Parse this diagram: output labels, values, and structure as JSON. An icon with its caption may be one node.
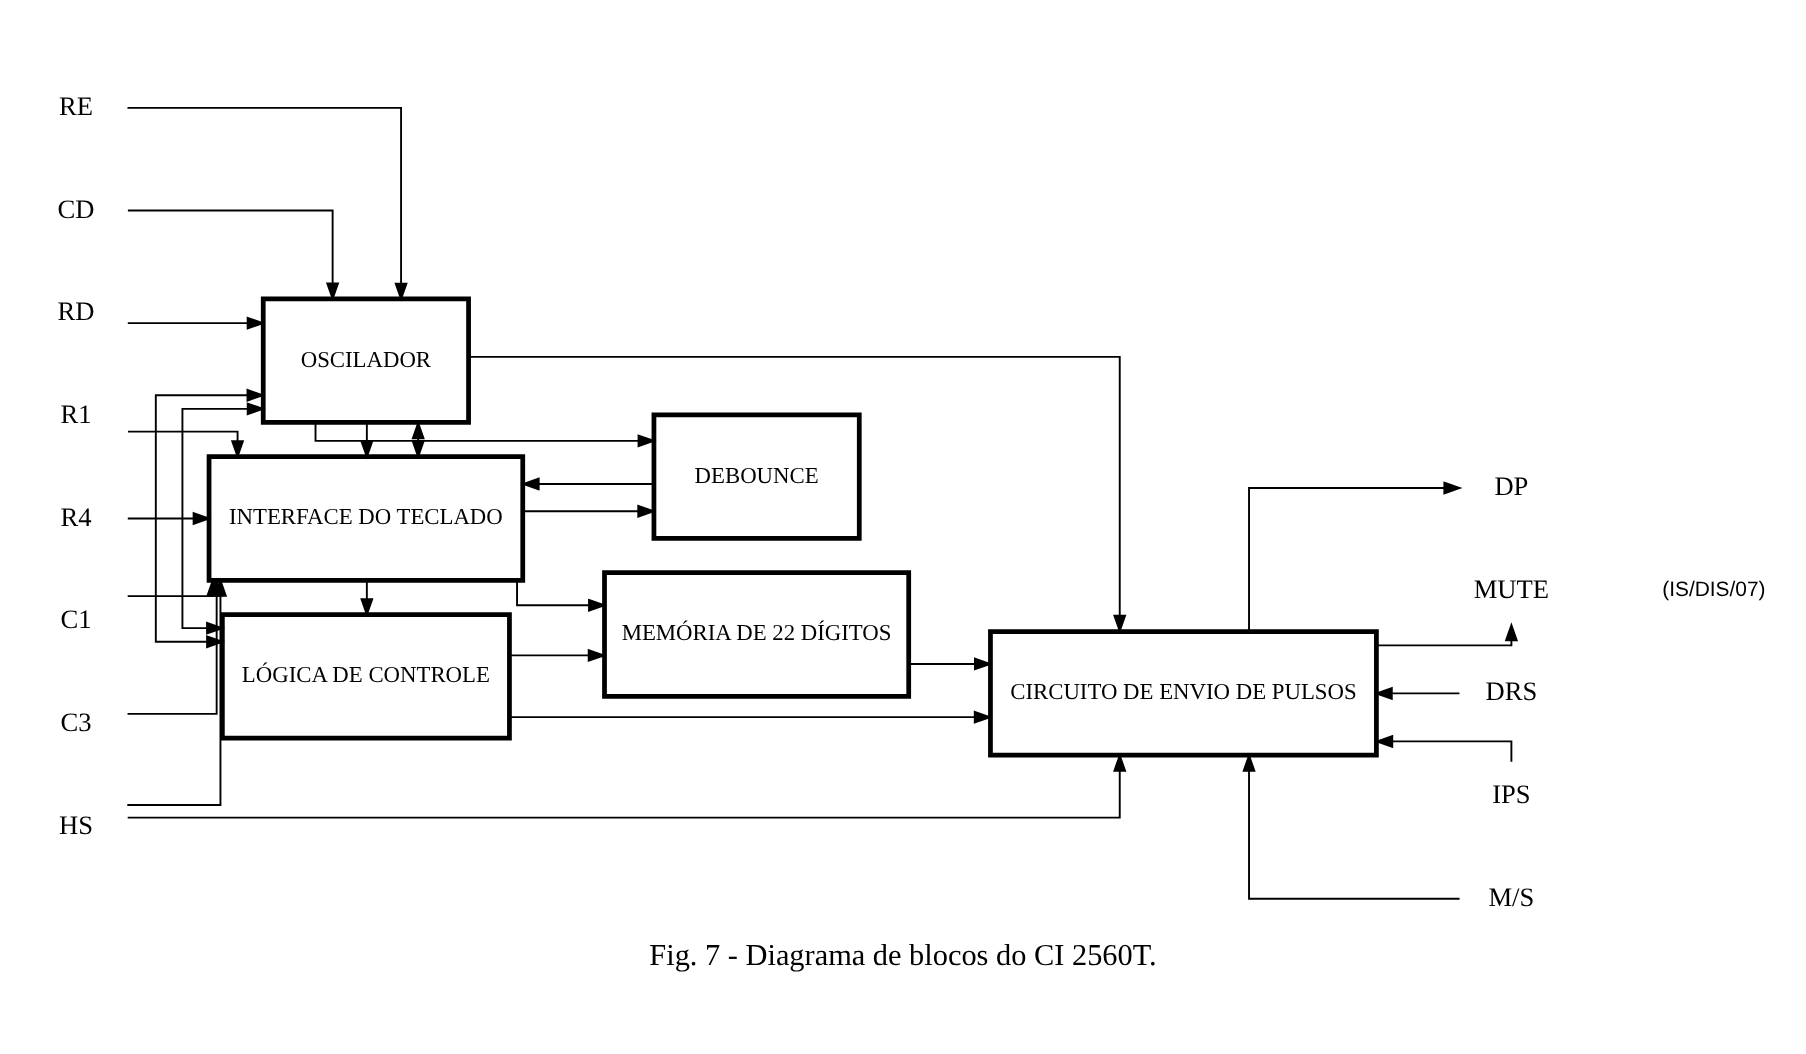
{
  "diagram": {
    "caption": "Fig. 7 - Diagrama de blocos do CI 2560T.",
    "nodes": [
      {
        "text": [
          "INTERFACE DO TECLADO"
        ]
      },
      {
        "text": [
          "MEMÓRIA DE 22 DÍGITOS"
        ]
      },
      {
        "text": [
          "DEBOUNCE"
        ]
      },
      {
        "text": [
          "OSCILADOR"
        ]
      },
      {
        "text": [
          "CIRCUITO DE ENVIO DE PULSOS"
        ]
      },
      {
        "text": [
          "LÓGICA DE CONTROLE"
        ]
      },
      {
        "text": [
          "R1"
        ]
      },
      {
        "text": [
          "R4"
        ]
      },
      {
        "text": [
          "C1"
        ]
      },
      {
        "text": [
          "C3"
        ]
      },
      {
        "text": [
          "RE"
        ]
      },
      {
        "text": [
          "CD"
        ]
      },
      {
        "text": [
          "RD"
        ]
      },
      {
        "text": [
          "HS"
        ]
      },
      {
        "text": [
          "DRS"
        ]
      },
      {
        "text": [
          "IPS"
        ]
      },
      {
        "text": [
          "M/S"
        ]
      },
      {
        "text": [
          "DP"
        ]
      },
      {
        "text": [
          "MUTE"
        ]
      }
    ],
    "edges": [
      {
        "from": 6,
        "to": 0,
        "arrow": "to"
      },
      {
        "from": 7,
        "to": 0,
        "arrow": "to"
      },
      {
        "from": 8,
        "to": 0,
        "arrow": "to"
      },
      {
        "from": 9,
        "to": 0,
        "arrow": "to"
      },
      {
        "from": 10,
        "to": 3,
        "arrow": "to"
      },
      {
        "from": 11,
        "to": 3,
        "arrow": "to"
      },
      {
        "from": 12,
        "to": 3,
        "arrow": "to"
      },
      {
        "from": 0,
        "to": 1,
        "arrow": "to"
      },
      {
        "from": 0,
        "to": 2,
        "arrow": "to"
      },
      {
        "from": 0,
        "to": 5,
        "arrow": "to"
      },
      {
        "from": 3,
        "to": 0,
        "arrow": "to"
      },
      {
        "from": 3,
        "to": 0,
        "arrow": "both"
      },
      {
        "from": 2,
        "to": 0,
        "arrow": "to"
      },
      {
        "from": 3,
        "to": 5,
        "arrow": "both"
      },
      {
        "from": 3,
        "to": 5,
        "arrow": "both"
      },
      {
        "from": 3,
        "to": 2,
        "arrow": "to"
      },
      {
        "from": 3,
        "to": 4,
        "arrow": "to"
      },
      {
        "from": 13,
        "to": 0,
        "arrow": "to"
      },
      {
        "from": 13,
        "to": 4,
        "arrow": "to"
      },
      {
        "from": 1,
        "to": 4,
        "arrow": "to"
      },
      {
        "from": 5,
        "to": 1,
        "arrow": "to"
      },
      {
        "from": 5,
        "to": 4,
        "arrow": "to"
      },
      {
        "from": 14,
        "to": 4,
        "arrow": "to"
      },
      {
        "from": 15,
        "to": 4,
        "arrow": "to"
      },
      {
        "from": 16,
        "to": 4,
        "arrow": "to"
      },
      {
        "from": 4,
        "to": 17,
        "arrow": "to"
      },
      {
        "from": 4,
        "to": 18,
        "arrow": "to"
      }
    ],
    "labels": [
      "(IS/DIS/07)"
    ]
  }
}
